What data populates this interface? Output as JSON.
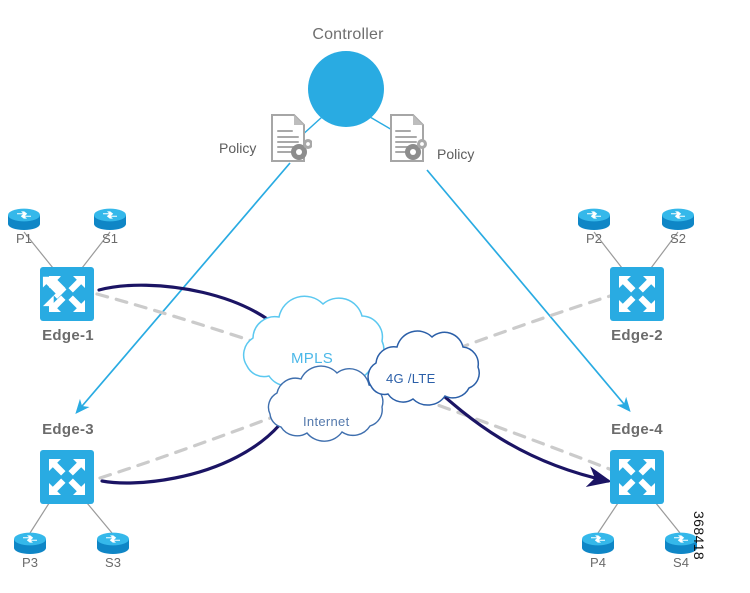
{
  "figure": {
    "id_number": "368418",
    "background": "#ffffff",
    "accent_blue": "#29ABE2",
    "link_navy": "#1b1464",
    "dashed_gray": "#cccccc",
    "label_gray": "#6b6b6b"
  },
  "controller": {
    "label": "Controller",
    "icon": "network-hub-icon",
    "color": "#29ABE2"
  },
  "policies": [
    {
      "label": "Policy",
      "icon": "document-gear-icon",
      "side": "left"
    },
    {
      "label": "Policy",
      "icon": "document-gear-icon",
      "side": "right"
    }
  ],
  "edges": [
    {
      "label": "Edge-1",
      "icon": "edge-router-arrows-icon",
      "routers": [
        {
          "label": "P1",
          "icon": "router-icon"
        },
        {
          "label": "S1",
          "icon": "router-icon"
        }
      ]
    },
    {
      "label": "Edge-2",
      "icon": "edge-router-arrows-icon",
      "routers": [
        {
          "label": "P2",
          "icon": "router-icon"
        },
        {
          "label": "S2",
          "icon": "router-icon"
        }
      ]
    },
    {
      "label": "Edge-3",
      "icon": "edge-router-arrows-icon",
      "routers": [
        {
          "label": "P3",
          "icon": "router-icon"
        },
        {
          "label": "S3",
          "icon": "router-icon"
        }
      ]
    },
    {
      "label": "Edge-4",
      "icon": "edge-router-arrows-icon",
      "routers": [
        {
          "label": "P4",
          "icon": "router-icon"
        },
        {
          "label": "S4",
          "icon": "router-icon"
        }
      ]
    }
  ],
  "clouds": [
    {
      "label": "MPLS",
      "color": "#5BC8F0",
      "text_color": "#4CB8E8"
    },
    {
      "label": "4G /LTE",
      "color": "#2B5FA8",
      "text_color": "#2B5FA8"
    },
    {
      "label": "Internet",
      "color": "#2B5FA8",
      "text_color": "#4a6fa5"
    }
  ],
  "links": {
    "policy_push": "controller-policy-to-edge",
    "tunnel_solid": "edge-to-edge-tunnel",
    "tunnel_dashed": "edge-to-edge-dashed"
  }
}
